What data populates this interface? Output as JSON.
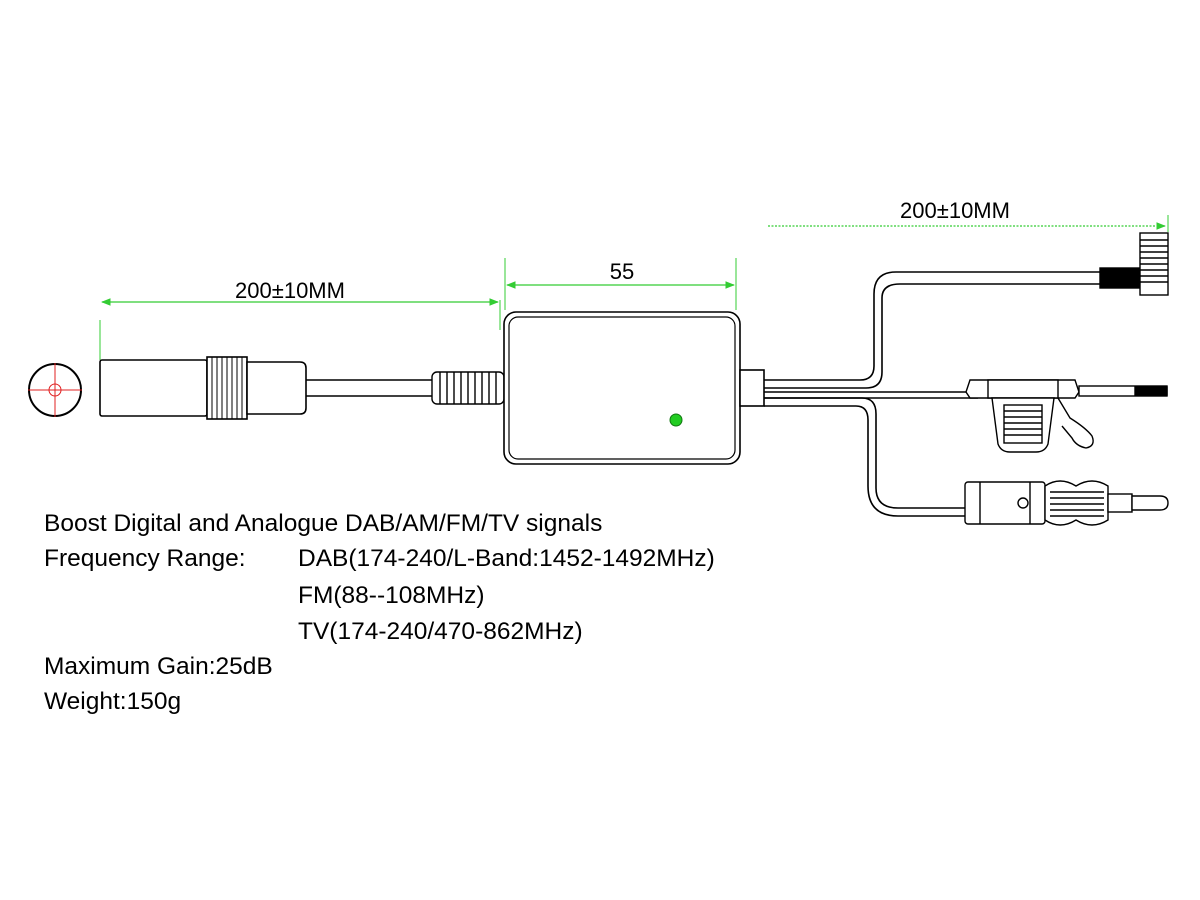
{
  "dimensions": {
    "left_cable": "200±10MM",
    "box_width": "55",
    "right_cable": "200±10MM"
  },
  "colors": {
    "dimension_line": "#33cc33",
    "led": "#22cc22",
    "crosshair": "#e02020",
    "stroke": "#000000"
  },
  "specs": {
    "line1": "Boost Digital and Analogue DAB/AM/FM/TV signals",
    "line2_label": "Frequency Range:",
    "line2_value": "DAB(174-240/L-Band:1452-1492MHz)",
    "line3": "FM(88--108MHz)",
    "line4": "TV(174-240/470-862MHz)",
    "line5": "Maximum Gain:25dB",
    "line6": "Weight:150g"
  }
}
